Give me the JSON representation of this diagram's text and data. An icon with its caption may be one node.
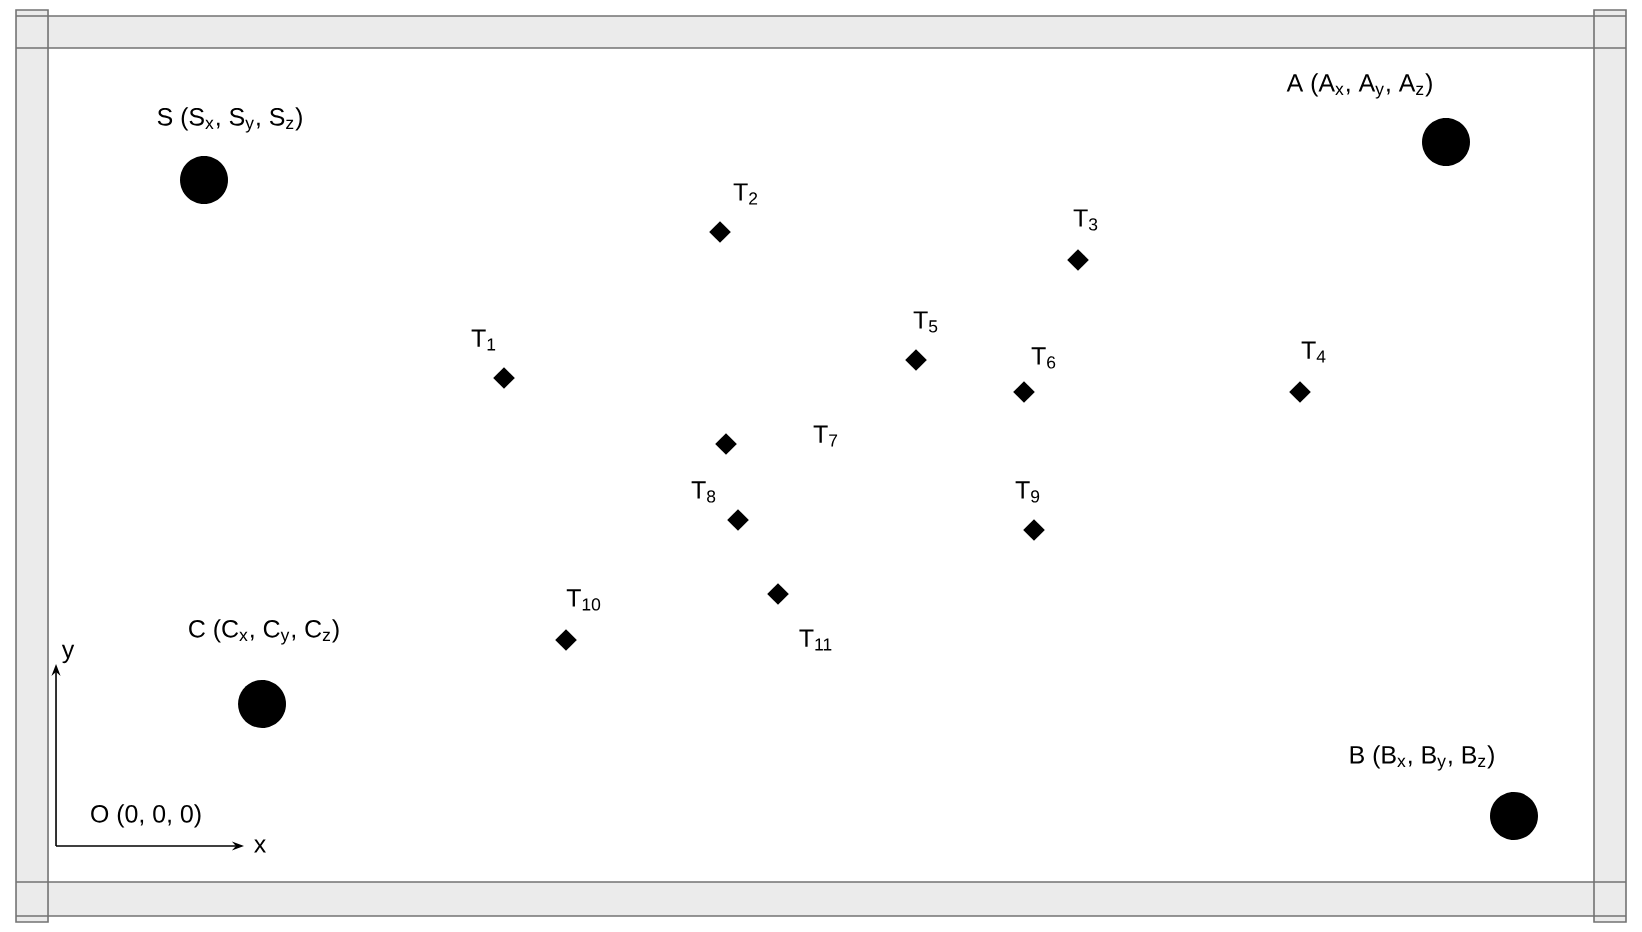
{
  "diagram": {
    "nodes": [
      {
        "text": [],
        "shape": "circle",
        "beside": [
          "S (S$_{x}$, S$_{y}$, S$_{z}$)"
        ]
      },
      {
        "text": [],
        "shape": "circle",
        "beside": [
          "A (A$_{x}$, A$_{y}$, A$_{z}$)"
        ]
      },
      {
        "text": [],
        "shape": "diamond",
        "beside": [
          "T$_{2}$"
        ]
      },
      {
        "text": [],
        "shape": "diamond",
        "beside": [
          "T$_{3}$"
        ]
      },
      {
        "text": [],
        "shape": "diamond",
        "beside": [
          "T$_{1}$"
        ]
      },
      {
        "text": [],
        "shape": "diamond",
        "beside": [
          "T$_{5}$"
        ]
      },
      {
        "text": [],
        "shape": "diamond",
        "beside": [
          "T$_{6}$"
        ]
      },
      {
        "text": [],
        "shape": "diamond",
        "beside": [
          "T$_{4}$"
        ]
      },
      {
        "text": [],
        "shape": "diamond",
        "beside": [
          "T$_{7}$"
        ]
      },
      {
        "text": [],
        "shape": "diamond",
        "beside": [
          "T$_{8}$"
        ]
      },
      {
        "text": [],
        "shape": "diamond",
        "beside": [
          "T$_{9}$"
        ]
      },
      {
        "text": [],
        "shape": "diamond",
        "beside": [
          "T$_{10}$"
        ]
      },
      {
        "text": [],
        "shape": "diamond",
        "beside": [
          "T$_{11}$"
        ]
      },
      {
        "text": [],
        "shape": "circle",
        "beside": [
          "C (C$_{x}$, C$_{y}$, C$_{z}$)"
        ]
      },
      {
        "text": [],
        "shape": "circle",
        "beside": [
          "B (B$_{x}$, B$_{y}$, B$_{z}$)"
        ]
      }
    ],
    "labels": [
      "y",
      "O (0, 0, 0)",
      "x"
    ]
  }
}
